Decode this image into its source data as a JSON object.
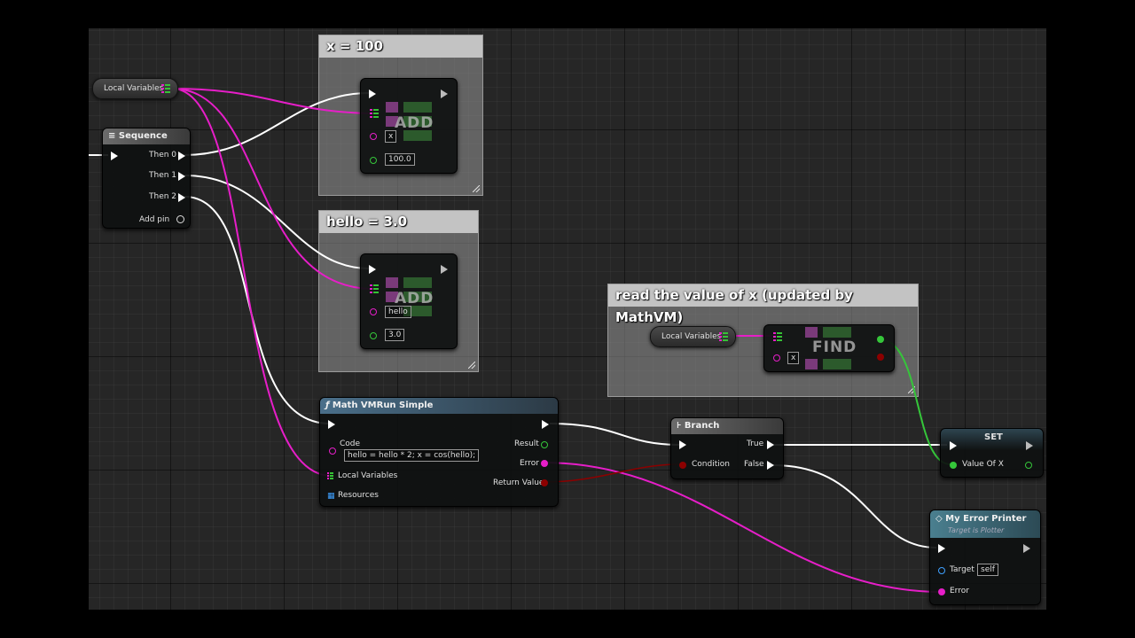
{
  "comments": {
    "c1": "x = 100",
    "c2": "hello = 3.0",
    "c3": "read the value of x (updated by MathVM)"
  },
  "local_vars_1": {
    "label": "Local Variables"
  },
  "local_vars_2": {
    "label": "Local Variables"
  },
  "sequence": {
    "title": "Sequence",
    "then0": "Then 0",
    "then1": "Then 1",
    "then2": "Then 2",
    "add_pin": "Add pin"
  },
  "add1": {
    "op": "ADD",
    "key": "x",
    "value": "100.0"
  },
  "add2": {
    "op": "ADD",
    "key": "hello",
    "value": "3.0"
  },
  "find": {
    "op": "FIND",
    "key": "x"
  },
  "mathvm": {
    "title": "Math VMRun Simple",
    "code_label": "Code",
    "code_value": "hello = hello * 2; x = cos(hello);",
    "local_vars": "Local Variables",
    "resources": "Resources",
    "result": "Result",
    "error": "Error",
    "return_value": "Return Value"
  },
  "branch": {
    "title": "Branch",
    "condition": "Condition",
    "true": "True",
    "false": "False"
  },
  "set": {
    "title": "SET",
    "value_of_x": "Value Of X"
  },
  "printer": {
    "title": "My Error Printer",
    "subtitle": "Target is Plotter",
    "target": "Target",
    "target_value": "self",
    "error": "Error"
  },
  "colors": {
    "exec": "#ffffff",
    "map": "#e61ec8",
    "float": "#35c63a",
    "bool": "#8c0000",
    "grid_bg": "#262626"
  }
}
